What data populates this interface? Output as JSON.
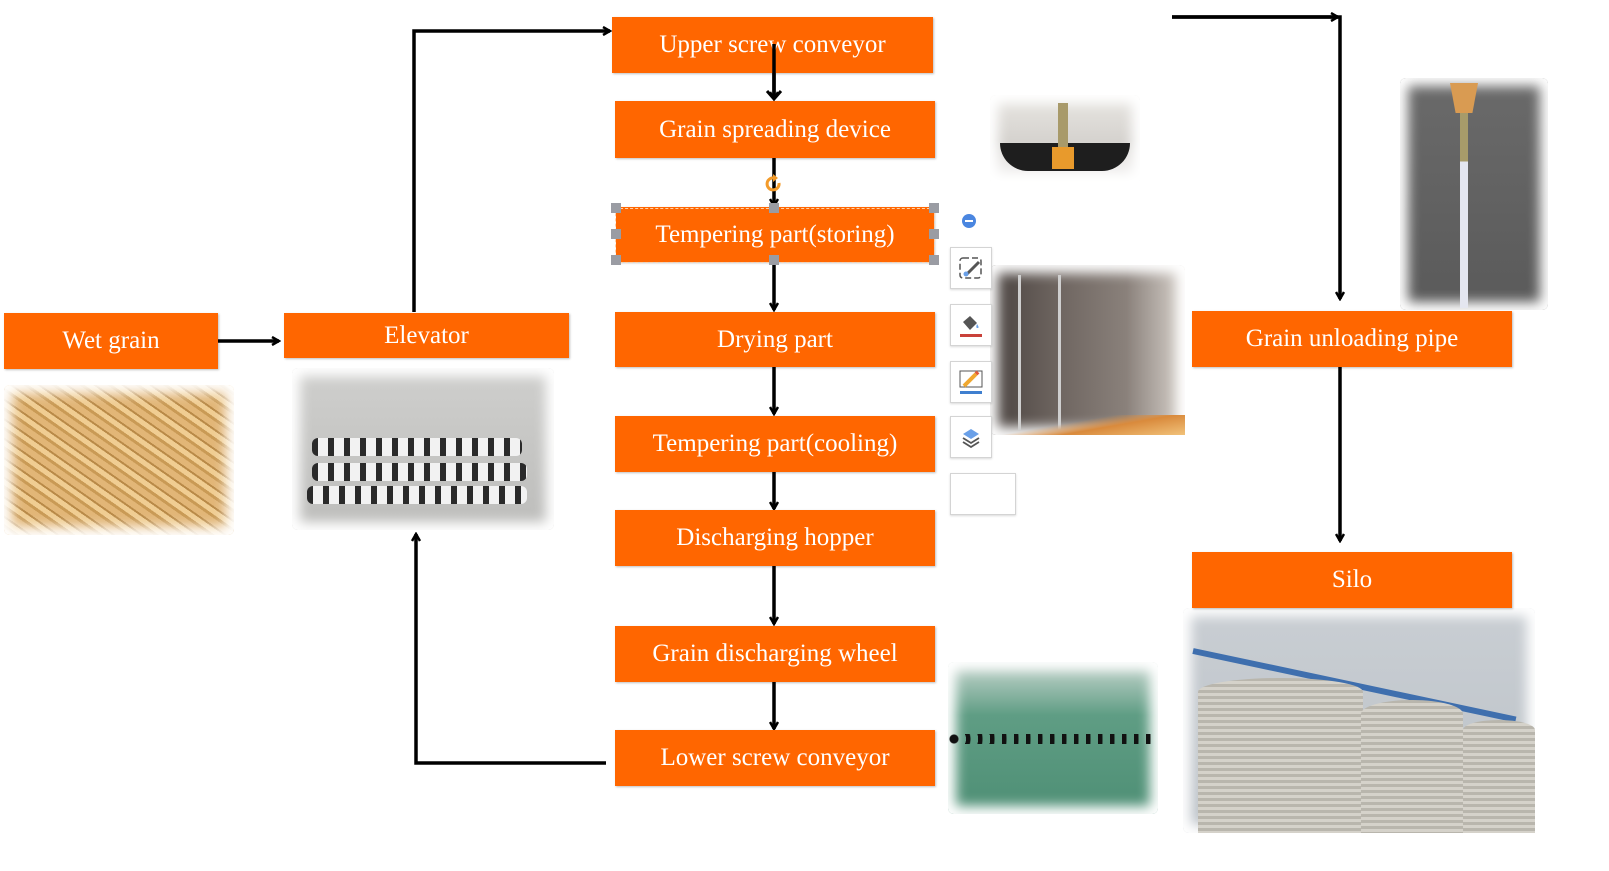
{
  "diagram": {
    "type": "process-flow",
    "accent_color": "#ff6600",
    "nodes": {
      "wet_grain": "Wet grain",
      "elevator": "Elevator",
      "upper_screw_conveyor": "Upper screw conveyor",
      "grain_spreading_device": "Grain spreading device",
      "tempering_storing": "Tempering part(storing)",
      "drying_part": "Drying part",
      "tempering_cooling": "Tempering part(cooling)",
      "discharging_hopper": "Discharging hopper",
      "grain_discharging_wheel": "Grain discharging wheel",
      "lower_screw_conveyor": "Lower screw conveyor",
      "grain_unloading_pipe": "Grain unloading pipe",
      "silo": "Silo"
    },
    "edges": [
      [
        "wet_grain",
        "elevator"
      ],
      [
        "elevator",
        "upper_screw_conveyor"
      ],
      [
        "upper_screw_conveyor",
        "grain_spreading_device"
      ],
      [
        "grain_spreading_device",
        "tempering_storing"
      ],
      [
        "tempering_storing",
        "drying_part"
      ],
      [
        "drying_part",
        "tempering_cooling"
      ],
      [
        "tempering_cooling",
        "discharging_hopper"
      ],
      [
        "discharging_hopper",
        "grain_discharging_wheel"
      ],
      [
        "grain_discharging_wheel",
        "lower_screw_conveyor"
      ],
      [
        "lower_screw_conveyor",
        "elevator"
      ],
      [
        "upper_screw_conveyor",
        "grain_unloading_pipe"
      ],
      [
        "grain_unloading_pipe",
        "silo"
      ]
    ],
    "photos": [
      "rice-grains-photo",
      "bucket-elevator-chain-photo",
      "grain-spreader-photo",
      "drying-chamber-photo",
      "screw-auger-photo",
      "unloading-pipe-photo",
      "grain-silos-photo"
    ]
  },
  "editor": {
    "selected_node": "tempering_storing",
    "toolbar": [
      "collapse-icon",
      "edit-style-icon",
      "fill-color-icon",
      "outline-color-icon",
      "layers-icon"
    ],
    "fill_underline_color": "#c9413a",
    "outline_underline_color": "#3f7fcf"
  }
}
